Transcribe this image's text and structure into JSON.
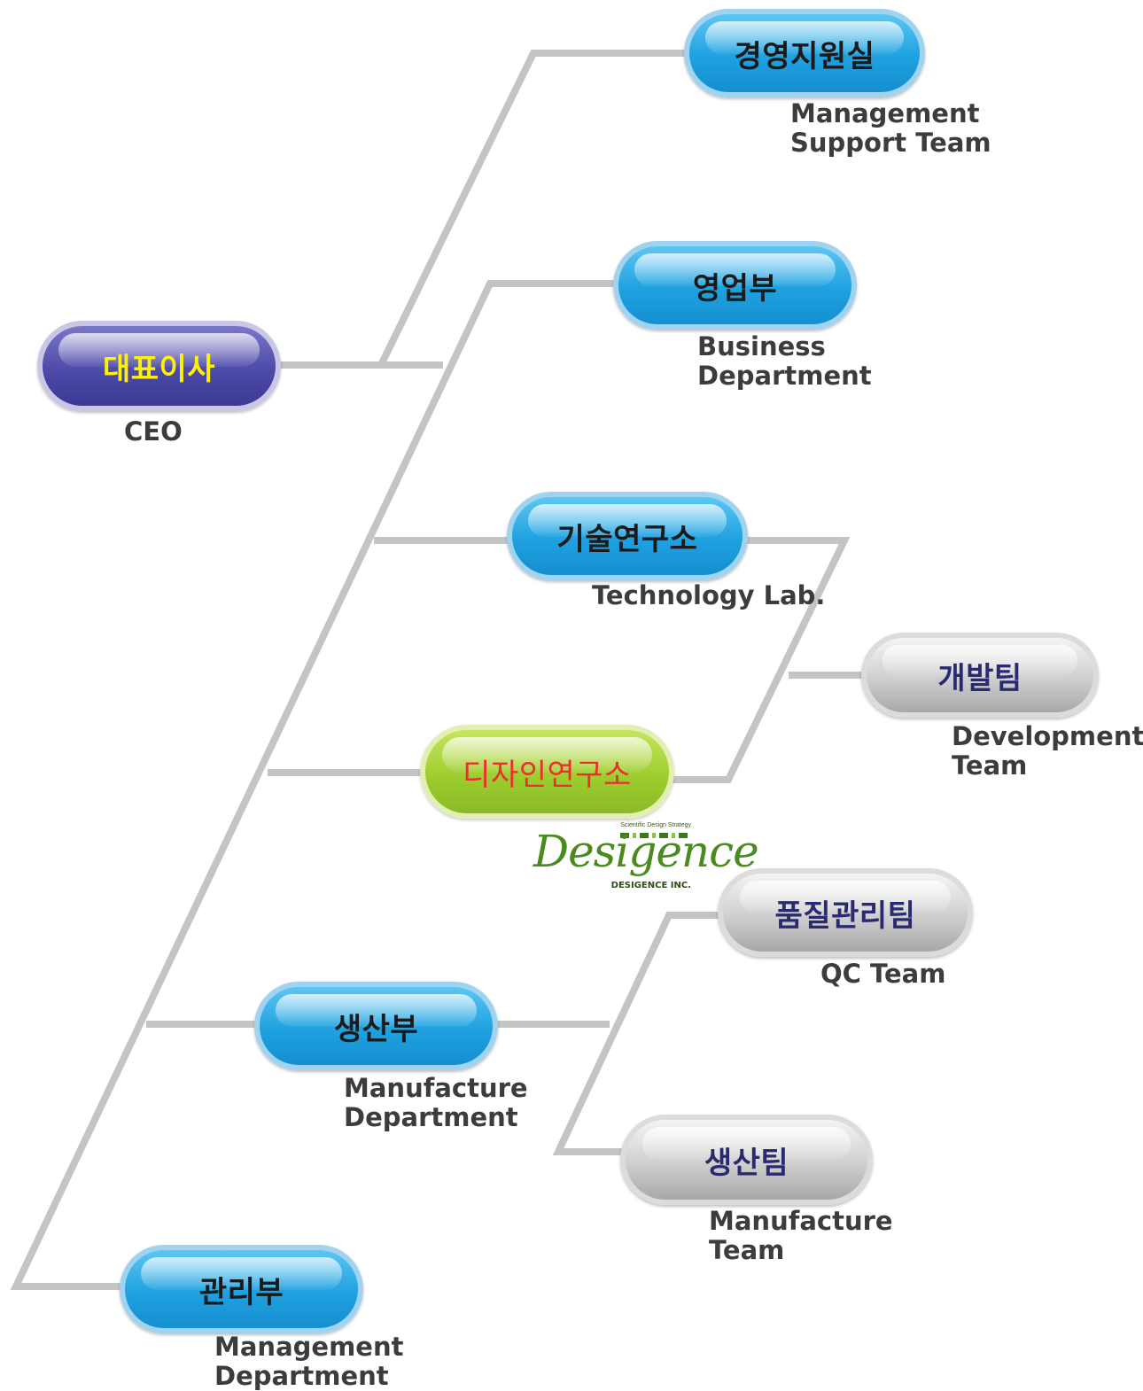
{
  "colors": {
    "connector": "#c4c4c4",
    "ceo_pill": "#4a47a6",
    "ceo_text": "#fff200",
    "dept_pill": "#1fa1e0",
    "design_pill": "#9bcc2c",
    "design_text": "#e8312f",
    "team_pill": "#c8c8c8",
    "team_text": "#2a2a70"
  },
  "ceo": {
    "name": "대표이사",
    "label": "CEO"
  },
  "departments": {
    "management_support": {
      "name": "경영지원실",
      "label_line1": "Management",
      "label_line2": "Support Team"
    },
    "business": {
      "name": "영업부",
      "label_line1": "Business",
      "label_line2": "Department"
    },
    "tech_lab": {
      "name": "기술연구소",
      "label": "Technology Lab."
    },
    "design_lab": {
      "name": "디자인연구소"
    },
    "production": {
      "name": "생산부",
      "label_line1": "Manufacture",
      "label_line2": "Department"
    },
    "admin": {
      "name": "관리부",
      "label_line1": "Management",
      "label_line2": "Department"
    }
  },
  "teams": {
    "development": {
      "name": "개발팀",
      "label_line1": "Development",
      "label_line2": "Team"
    },
    "qc": {
      "name": "품질관리팀",
      "label": "QC Team"
    },
    "manufacture": {
      "name": "생산팀",
      "label_line1": "Manufacture",
      "label_line2": "Team"
    }
  },
  "logo": {
    "tagline": "Scientific Design Strategy",
    "wordmark": "Desigence",
    "company": "DESIGENCE INC."
  }
}
